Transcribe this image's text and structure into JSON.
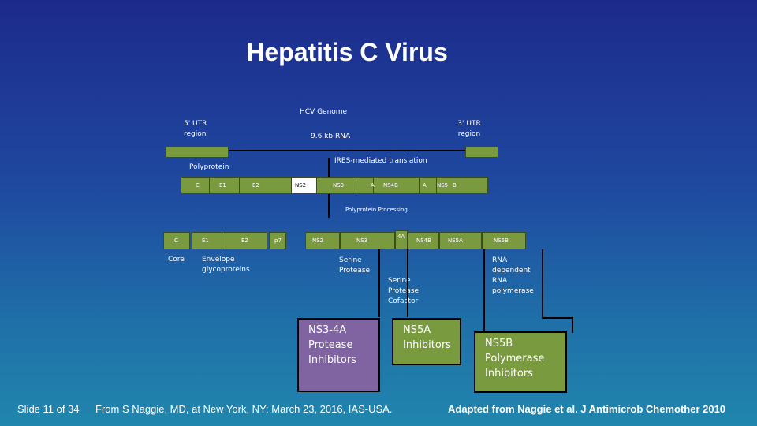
{
  "title": "Hepatitis C Virus",
  "genome": {
    "label": "HCV Genome",
    "utr5": "5' UTR region",
    "utr3": "3' UTR region",
    "rna": "9.6 kb RNA",
    "ires": "IRES-mediated translation"
  },
  "polyprotein": {
    "label": "Polyprotein",
    "segments": [
      "C",
      "E1",
      "E2",
      "NS2",
      "NS3",
      "A",
      "NS4B",
      "A",
      "NS5",
      "B"
    ]
  },
  "processing": {
    "label": "Polyprotein Processing",
    "products": [
      "C",
      "E1",
      "E2",
      "p7",
      "NS2",
      "NS3",
      "4A",
      "NS4B",
      "NS5A",
      "NS5B"
    ]
  },
  "functions": {
    "core": "Core",
    "envelope": "Envelope glycoproteins",
    "serine_protease": "Serine Protease",
    "cofactor": "Serine Protease Cofactor",
    "polymerase": "RNA dependent RNA polymerase"
  },
  "inhibitors": {
    "ns34a": "NS3-4A Protease Inhibitors",
    "ns5a": "NS5A Inhibitors",
    "ns5b": "NS5B Polymerase Inhibitors"
  },
  "colors": {
    "green": "#7a9a3f",
    "purple": "#8064a2",
    "white": "#ffffff"
  },
  "footer": {
    "slide": "Slide 11 of 34",
    "source": "From S Naggie, MD, at New York, NY: March 23, 2016, IAS-USA.",
    "credit": "Adapted from Naggie et al. J Antimicrob Chemother 2010"
  }
}
